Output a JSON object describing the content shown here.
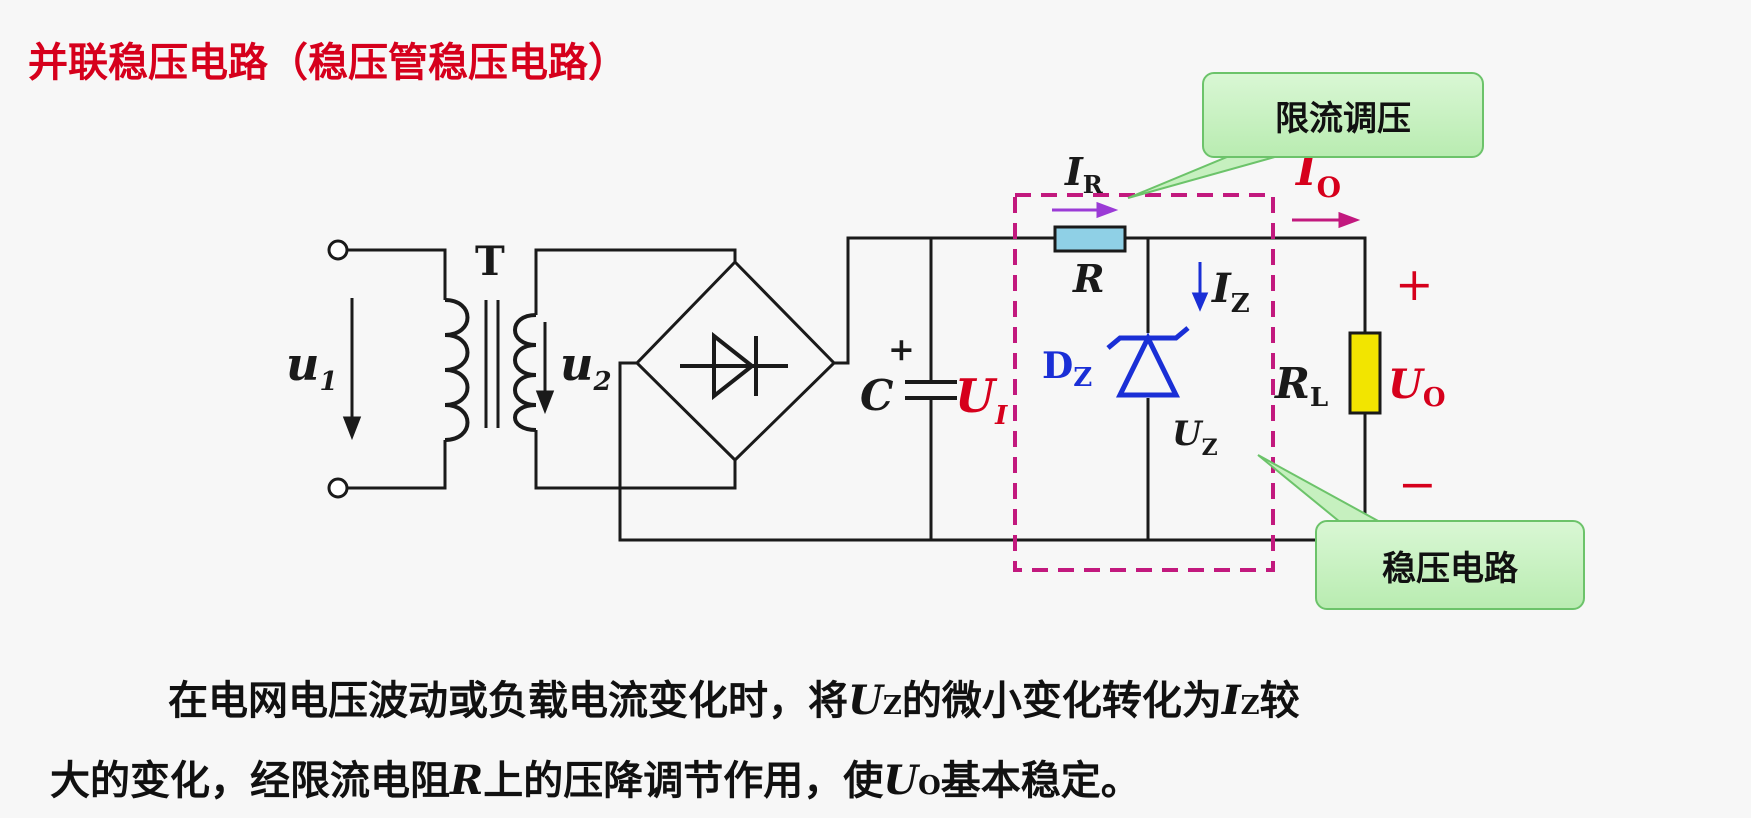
{
  "title": "并联稳压电路（稳压管稳压电路）",
  "callouts": {
    "limit": "限流调压",
    "regulator": "稳压电路"
  },
  "labels": {
    "transformer": "T",
    "u1": "u",
    "u1_sub": "1",
    "u2": "u",
    "u2_sub": "2",
    "cap": "C",
    "cap_plus": "+",
    "ui": "U",
    "ui_sub": "I",
    "resistor": "R",
    "ir": "I",
    "ir_sub": "R",
    "io": "I",
    "io_sub": "O",
    "iz": "I",
    "iz_sub": "Z",
    "dz": "D",
    "dz_sub": "Z",
    "uz": "U",
    "uz_sub": "Z",
    "rl": "R",
    "rl_sub": "L",
    "uo": "U",
    "uo_sub": "O",
    "plus": "+",
    "minus": "−"
  },
  "paragraph": {
    "line1_a": "在电网电压波动或负载电流变化时，将",
    "line1_uz": "U",
    "line1_uz_sub": "Z",
    "line1_b": "的微小变化转化为",
    "line1_iz": "I",
    "line1_iz_sub": "Z",
    "line1_c": "较",
    "line2_a": "大的变化，经限流电阻",
    "line2_r": "R",
    "line2_b": "上的压降调节作用，使",
    "line2_uo": "U",
    "line2_uo_sub": "O",
    "line2_c": "基本稳定。"
  },
  "colors": {
    "title": "#d6001c",
    "wire": "#1a1a1a",
    "box": "#c2197e",
    "accent_red": "#d6001c",
    "accent_blue": "#1a2fd6",
    "resistor": "#8fd0e6",
    "load": "#f2e500",
    "arrow_magenta": "#c2197e"
  }
}
